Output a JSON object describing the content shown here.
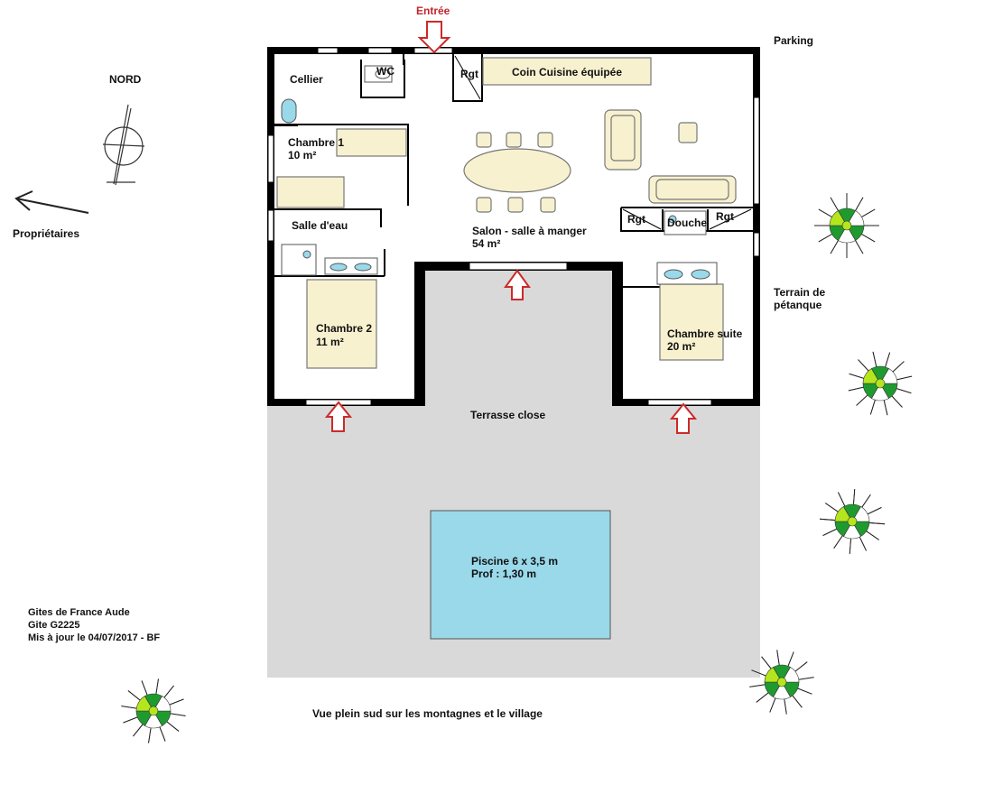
{
  "labels": {
    "entree": "Entrée",
    "parking": "Parking",
    "nord": "NORD",
    "proprietaires": "Propriétaires",
    "cellier": "Cellier",
    "wc": "WC",
    "rgt": "Rgt",
    "kitchen": "Coin Cuisine équipée",
    "chambre1_name": "Chambre 1",
    "chambre1_area": "10 m²",
    "salle_eau": "Salle d'eau",
    "salon_name": "Salon - salle à manger",
    "salon_area": "54 m²",
    "douche": "Douche",
    "chambre2_name": "Chambre 2",
    "chambre2_area": "11 m²",
    "suite_name": "Chambre suite",
    "suite_area": "20 m²",
    "terrain_line1": "Terrain de",
    "terrain_line2": "pétanque",
    "terrasse": "Terrasse close",
    "piscine_line1": "Piscine 6 x 3,5 m",
    "piscine_line2": "Prof : 1,30 m",
    "gites_line1": "Gites de France Aude",
    "gites_line2": "Gite G2225",
    "gites_line3": "Mis à jour le 04/07/2017 - BF",
    "vue": "Vue plein sud sur les montagnes et le village"
  },
  "colors": {
    "wall": "#000000",
    "terrace": "#d9d9d9",
    "pool": "#99d9ea",
    "furniture": "#f7f1cf",
    "furniture_stroke": "#777777",
    "arrow": "#cc2a2a",
    "tree_dark": "#1f9a2f",
    "tree_light": "#b5e61d"
  }
}
